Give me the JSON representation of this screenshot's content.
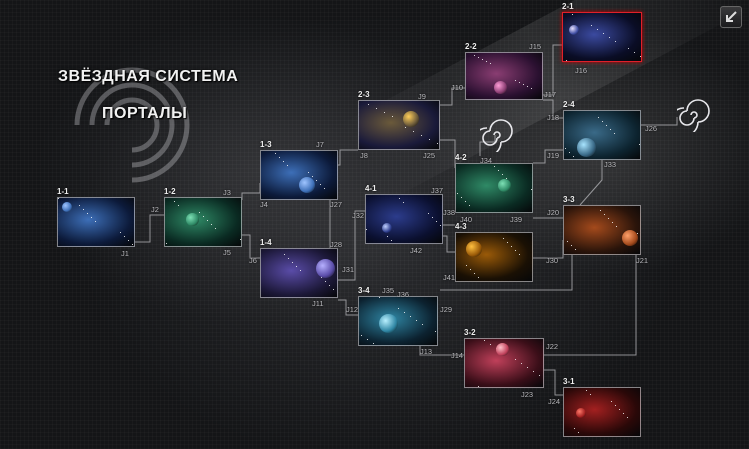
{
  "title": {
    "line1": "ЗВЁЗДНАЯ СИСТЕМА",
    "line2": "ПОРТАЛЫ"
  },
  "header": {
    "back_icon": "arrow-down-left-icon"
  },
  "nodes": [
    {
      "id": "1-1",
      "label": "1-1",
      "theme": "blue",
      "selected": false
    },
    {
      "id": "1-2",
      "label": "1-2",
      "theme": "green",
      "selected": false
    },
    {
      "id": "1-3",
      "label": "1-3",
      "theme": "blue",
      "selected": false
    },
    {
      "id": "1-4",
      "label": "1-4",
      "theme": "violet",
      "selected": false
    },
    {
      "id": "2-1",
      "label": "2-1",
      "theme": "galaxy",
      "selected": true
    },
    {
      "id": "2-2",
      "label": "2-2",
      "theme": "pink",
      "selected": false
    },
    {
      "id": "2-3",
      "label": "2-3",
      "theme": "gold",
      "selected": false
    },
    {
      "id": "2-4",
      "label": "2-4",
      "theme": "teal",
      "selected": false
    },
    {
      "id": "3-1",
      "label": "3-1",
      "theme": "red",
      "selected": false
    },
    {
      "id": "3-2",
      "label": "3-2",
      "theme": "rose",
      "selected": false
    },
    {
      "id": "3-3",
      "label": "3-3",
      "theme": "orange",
      "selected": false
    },
    {
      "id": "3-4",
      "label": "3-4",
      "theme": "cyan",
      "selected": false
    },
    {
      "id": "4-1",
      "label": "4-1",
      "theme": "navy",
      "selected": false
    },
    {
      "id": "4-2",
      "label": "4-2",
      "theme": "green",
      "selected": false
    },
    {
      "id": "4-3",
      "label": "4-3",
      "theme": "amber",
      "selected": false
    }
  ],
  "junctions": [
    "J1",
    "J2",
    "J3",
    "J4",
    "J5",
    "J6",
    "J7",
    "J8",
    "J9",
    "J10",
    "J11",
    "J12",
    "J13",
    "J14",
    "J15",
    "J16",
    "J17",
    "J18",
    "J19",
    "J20",
    "J21",
    "J22",
    "J23",
    "J24",
    "J25",
    "J26",
    "J27",
    "J28",
    "J29",
    "J30",
    "J31",
    "J32",
    "J33",
    "J34",
    "J35",
    "J36",
    "J37",
    "J38",
    "J39",
    "J40",
    "J41",
    "J42"
  ],
  "portals": [
    {
      "id": "portal-a",
      "icon": "spiral-portal-icon"
    },
    {
      "id": "portal-b",
      "icon": "spiral-portal-icon"
    }
  ],
  "colors": {
    "line": "#b9b9bd",
    "frame": "#c8c8cd",
    "selected_frame": "#e0202a",
    "themes": {
      "blue": [
        "#0c1a3a",
        "#3d6fb8",
        "#9fc4ff"
      ],
      "green": [
        "#0a2a22",
        "#2f8a66",
        "#7de0b5"
      ],
      "violet": [
        "#1c1838",
        "#5a4ca8",
        "#b6b0ff"
      ],
      "galaxy": [
        "#0a0d26",
        "#3b4aa0",
        "#e6e0ff"
      ],
      "pink": [
        "#2a1030",
        "#8a3d72",
        "#ff9ed8"
      ],
      "gold": [
        "#1a1a3a",
        "#6b5a3a",
        "#ffce5a"
      ],
      "teal": [
        "#0d2430",
        "#3a6a88",
        "#a8e4ff"
      ],
      "red": [
        "#2a0808",
        "#a32020",
        "#ff7a6a"
      ],
      "rose": [
        "#3a0e18",
        "#c0405a",
        "#ffc0c8"
      ],
      "orange": [
        "#2a140a",
        "#a44a1c",
        "#ffa06a"
      ],
      "cyan": [
        "#0c2230",
        "#2f86a4",
        "#b8f0ff"
      ],
      "navy": [
        "#0b1030",
        "#2c3c8c",
        "#c0d0ff"
      ],
      "amber": [
        "#1a1004",
        "#9a5a08",
        "#ffc040"
      ]
    }
  }
}
